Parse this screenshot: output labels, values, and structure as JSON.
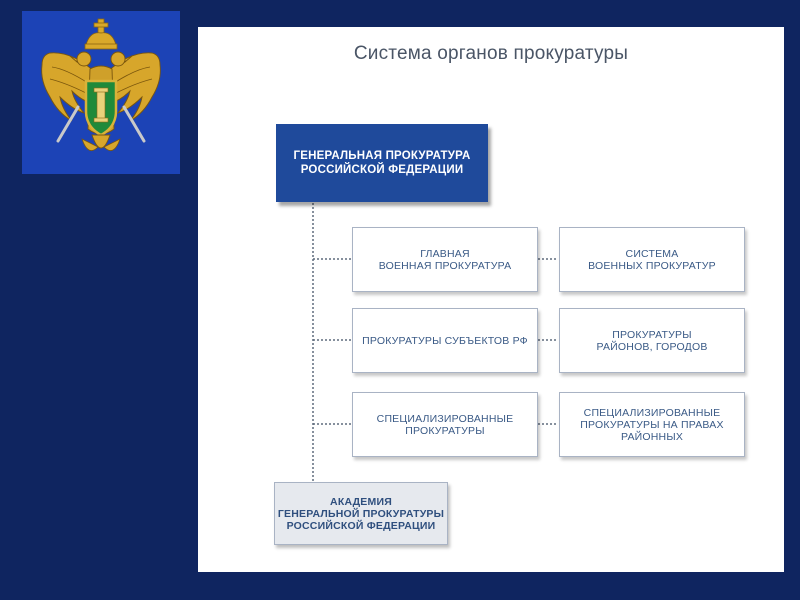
{
  "diagram": {
    "title": "Система органов прокуратуры",
    "nodes": {
      "general": "Генеральная прокуратура\nРоссийской Федерации",
      "military_main": "Главная\nвоенная прокуратура",
      "military_system": "Система\nвоенных прокуратур",
      "subjects": "Прокуратуры субъектов РФ",
      "districts": "Прокуратуры\nрайонов, городов",
      "specialized": "Специализированные\nпрокуратуры",
      "specialized_district": "Специализированные\nпрокуратуры на правах\nрайонных",
      "academy": "Академия\nГенеральной прокуратуры\nРоссийской Федерации"
    }
  },
  "colors": {
    "page_background": "#0f2560",
    "emblem_background": "#1c43b6",
    "main_box": "#1f4a9b",
    "box_text": "#3a5a86",
    "academy_box": "#e6e9ee"
  },
  "emblem": {
    "icon": "prosecutor-emblem-icon"
  }
}
